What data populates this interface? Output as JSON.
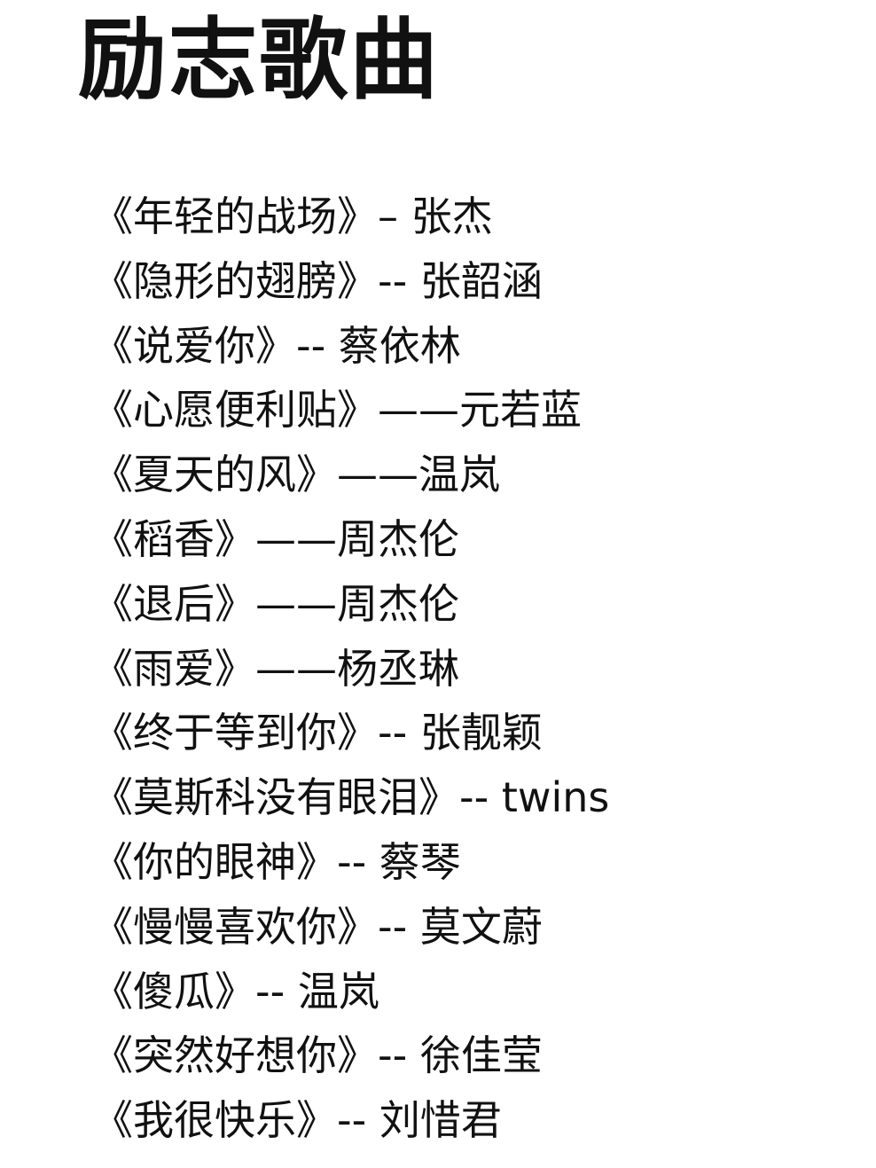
{
  "title": "励志歌曲",
  "songs": [
    "《年轻的战场》– 张杰",
    "《隐形的翅膀》-- 张韶涵",
    "《说爱你》-- 蔡依林",
    "《心愿便利贴》——元若蓝",
    "《夏天的风》——温岚",
    "《稻香》——周杰伦",
    "《退后》——周杰伦",
    "《雨爱》——杨丞琳",
    "《终于等到你》-- 张靓颖",
    "《莫斯科没有眼泪》-- twins",
    "《你的眼神》-- 蔡琴",
    "《慢慢喜欢你》-- 莫文蔚",
    "《傻瓜》-- 温岚",
    "《突然好想你》-- 徐佳莹",
    "《我很快乐》-- 刘惜君"
  ]
}
